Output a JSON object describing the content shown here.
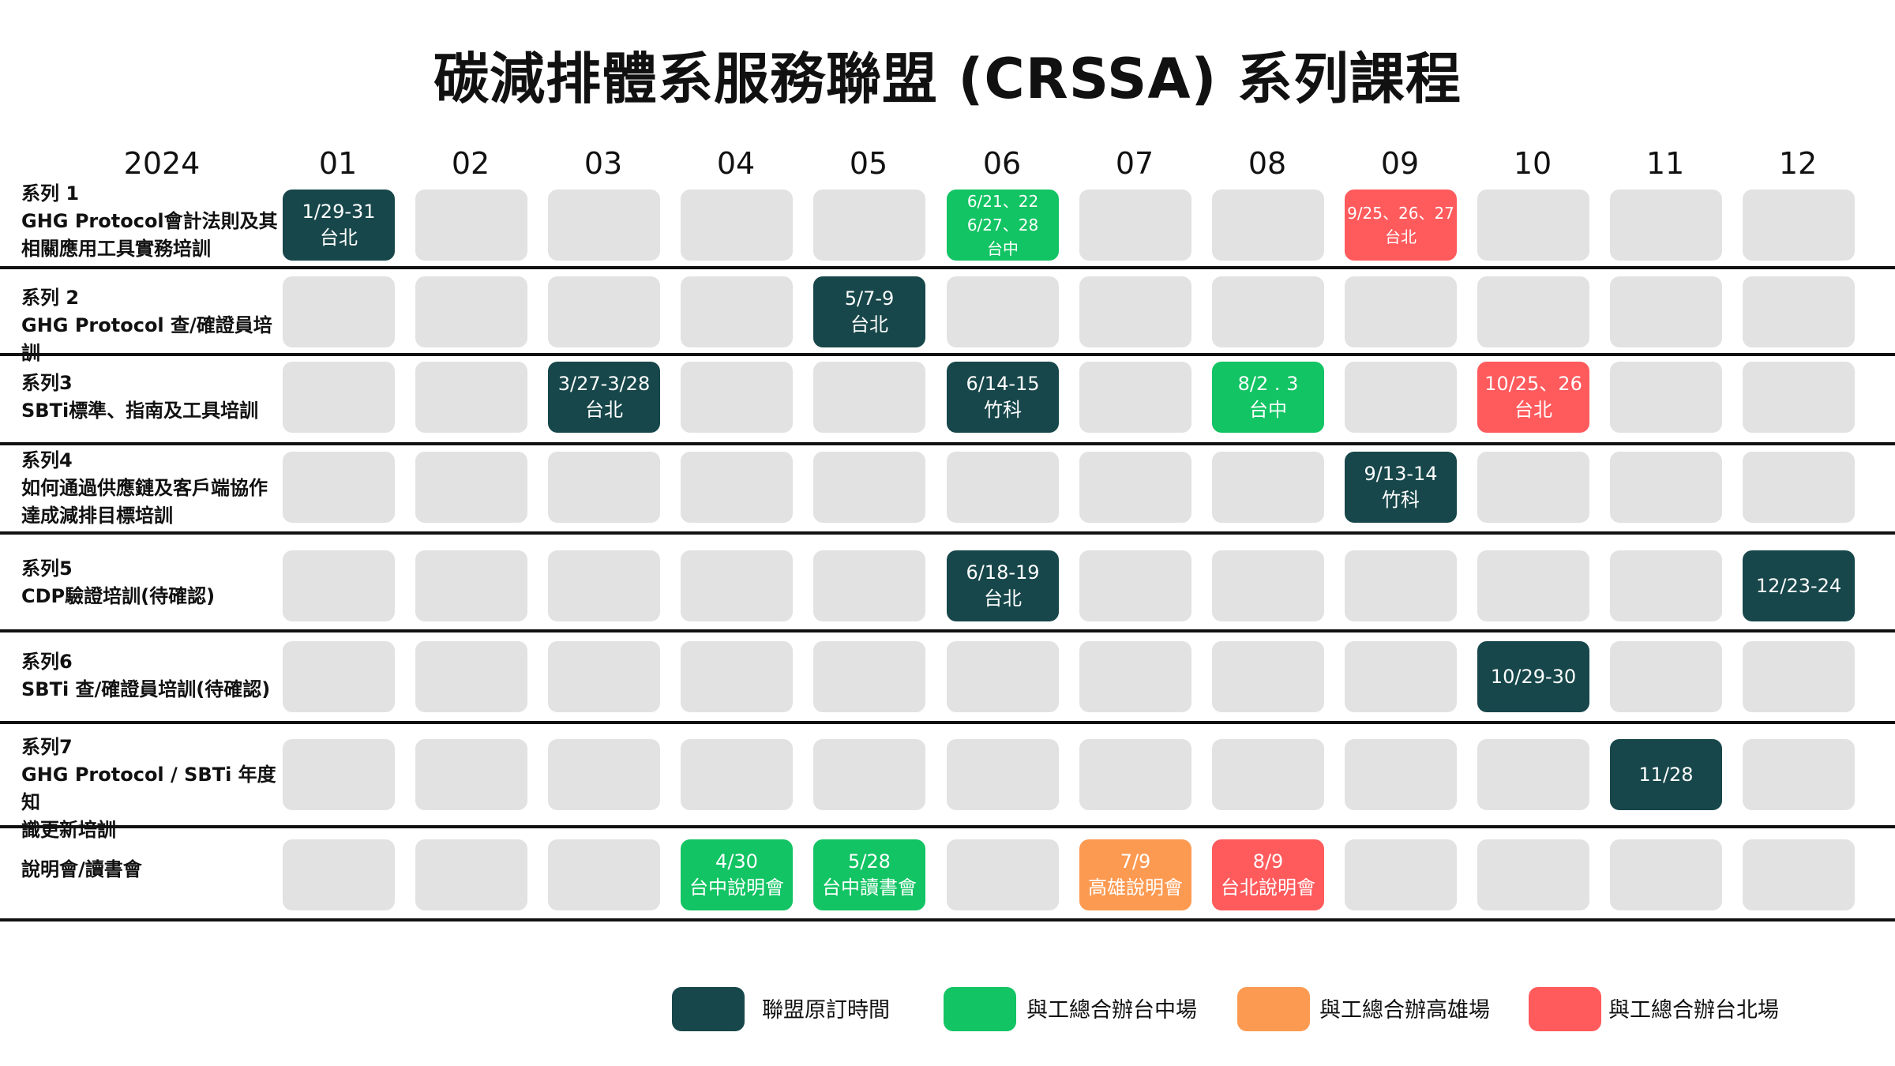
{
  "title": "碳減排體系服務聯盟 (CRSSA) 系列課程",
  "year": "2024",
  "months": [
    "01",
    "02",
    "03",
    "04",
    "05",
    "06",
    "07",
    "08",
    "09",
    "10",
    "11",
    "12"
  ],
  "colors": {
    "empty": "#e2e2e2",
    "dark": "#17474a",
    "green": "#12c463",
    "orange": "#fd9a52",
    "red": "#ff5a5c"
  },
  "rows": [
    {
      "label": "系列 1\nGHG Protocol會計法則及其\n相關應用工具實務培訓",
      "events": [
        {
          "month": 1,
          "color": "dark",
          "lines": [
            "1/29-31",
            "台北"
          ]
        },
        {
          "month": 6,
          "color": "green",
          "lines": [
            "6/21、22",
            "6/27、28",
            "台中"
          ]
        },
        {
          "month": 9,
          "color": "red",
          "lines": [
            "9/25、26、27",
            "台北"
          ]
        }
      ]
    },
    {
      "label": "系列 2\nGHG Protocol 查/確證員培訓",
      "events": [
        {
          "month": 5,
          "color": "dark",
          "lines": [
            "5/7-9",
            "台北"
          ]
        }
      ]
    },
    {
      "label": "系列3\nSBTi標準、指南及工具培訓",
      "events": [
        {
          "month": 3,
          "color": "dark",
          "lines": [
            "3/27-3/28",
            "台北"
          ]
        },
        {
          "month": 6,
          "color": "dark",
          "lines": [
            "6/14-15",
            "竹科"
          ]
        },
        {
          "month": 8,
          "color": "green",
          "lines": [
            "8/2 . 3",
            "台中"
          ]
        },
        {
          "month": 10,
          "color": "red",
          "lines": [
            "10/25、26",
            "台北"
          ]
        }
      ]
    },
    {
      "label": "系列4\n如何通過供應鏈及客戶端協作\n達成減排目標培訓",
      "events": [
        {
          "month": 9,
          "color": "dark",
          "lines": [
            "9/13-14",
            "竹科"
          ]
        }
      ]
    },
    {
      "label": "系列5\nCDP驗證培訓(待確認)",
      "events": [
        {
          "month": 6,
          "color": "dark",
          "lines": [
            "6/18-19",
            "台北"
          ]
        },
        {
          "month": 12,
          "color": "dark",
          "lines": [
            "12/23-24"
          ]
        }
      ]
    },
    {
      "label": "系列6\nSBTi 查/確證員培訓(待確認)",
      "events": [
        {
          "month": 10,
          "color": "dark",
          "lines": [
            "10/29-30"
          ]
        }
      ]
    },
    {
      "label": "系列7\nGHG Protocol / SBTi 年度知\n識更新培訓",
      "events": [
        {
          "month": 11,
          "color": "dark",
          "lines": [
            "11/28"
          ]
        }
      ]
    },
    {
      "label": "說明會/讀書會",
      "events": [
        {
          "month": 4,
          "color": "green",
          "lines": [
            "4/30",
            "台中說明會"
          ]
        },
        {
          "month": 5,
          "color": "green",
          "lines": [
            "5/28",
            "台中讀書會"
          ]
        },
        {
          "month": 7,
          "color": "orange",
          "lines": [
            "7/9",
            "高雄說明會"
          ]
        },
        {
          "month": 8,
          "color": "red",
          "lines": [
            "8/9",
            "台北說明會"
          ]
        }
      ]
    }
  ],
  "legend": [
    {
      "color": "dark",
      "label": "聯盟原訂時間"
    },
    {
      "color": "green",
      "label": "與工總合辦台中場"
    },
    {
      "color": "orange",
      "label": "與工總合辦高雄場"
    },
    {
      "color": "red",
      "label": "與工總合辦台北場"
    }
  ]
}
